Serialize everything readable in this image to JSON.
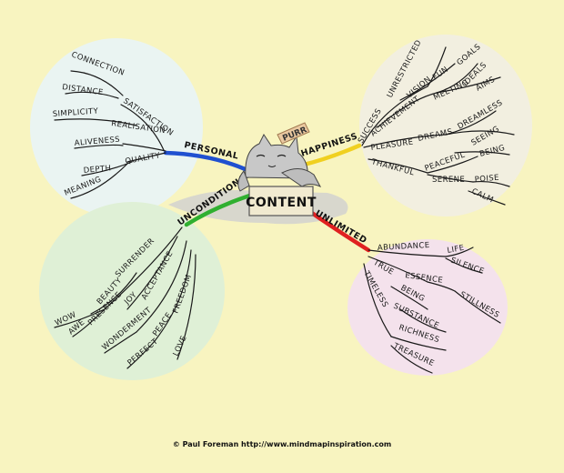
{
  "center": {
    "title": "CONTENT",
    "badge": "PURR"
  },
  "branches": {
    "personal": "PERSONAL",
    "happiness": "HAPPINESS",
    "unconditional": "UNCONDITIONAL",
    "unlimited": "UNLIMITED"
  },
  "personal_words": [
    "CONNECTION",
    "DISTANCE",
    "SATISFACTION",
    "SIMPLICITY",
    "REALISATION",
    "ALIVENESS",
    "QUALITY",
    "DEPTH",
    "MEANING"
  ],
  "happiness_words": [
    "SUCCESS",
    "UNRESTRICTED",
    "VISION",
    "FUN",
    "GOALS",
    "ACHIEVEMENT",
    "MEETING",
    "IDEALS",
    "AIMS",
    "PLEASURE",
    "DREAMS",
    "DREAMLESS",
    "SEEING",
    "BEING",
    "PEACEFUL",
    "THANKFUL",
    "SERENE",
    "POISE",
    "CALM"
  ],
  "unconditional_words": [
    "WOW",
    "AWE",
    "BEAUTY",
    "PRESENCE",
    "SURRENDER",
    "JOY",
    "ACCEPTANCE",
    "WONDERMENT",
    "PEACE",
    "FREEDOM",
    "PERFECT",
    "LOVE"
  ],
  "unlimited_words": [
    "ABUNDANCE",
    "LIFE",
    "SILENCE",
    "TRUE",
    "ESSENCE",
    "BEING",
    "STILLNESS",
    "SUBSTANCE",
    "TIMELESS",
    "RICHNESS",
    "TREASURE"
  ],
  "credit": "© Paul Foreman http://www.mindmapinspiration.com",
  "colors": {
    "background": "#f8f4c0",
    "personal": "#2050d0",
    "happiness": "#f0d020",
    "unconditional": "#30b030",
    "unlimited": "#e02020"
  }
}
